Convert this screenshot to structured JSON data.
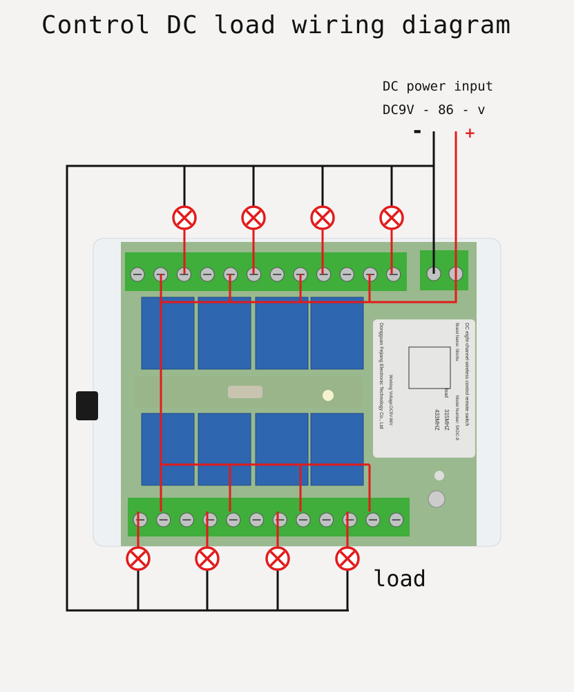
{
  "title": "Control DC load wiring diagram",
  "power": {
    "label": "DC power input",
    "voltage": "DC9V - 86 - v",
    "negative": "-",
    "positive": "+"
  },
  "load_label": "load",
  "sticker": {
    "heading": "DC eight-channel wireless control remote switch",
    "brand": "Brand Name: Shichu",
    "model": "Model Number: SKDC-8",
    "freq1": "315MHZ",
    "freq2": "433MHZ",
    "voltage": "Working Voltage:DC9V-86V",
    "maker": "Dongguan Fejiang Electronic Technology Co., Ltd",
    "load": "load"
  },
  "colors": {
    "wire_negative": "#111111",
    "wire_positive": "#e21b1b",
    "pcb": "#5c8d4e",
    "relay": "#2f66b0",
    "terminal": "#3fae3a"
  }
}
